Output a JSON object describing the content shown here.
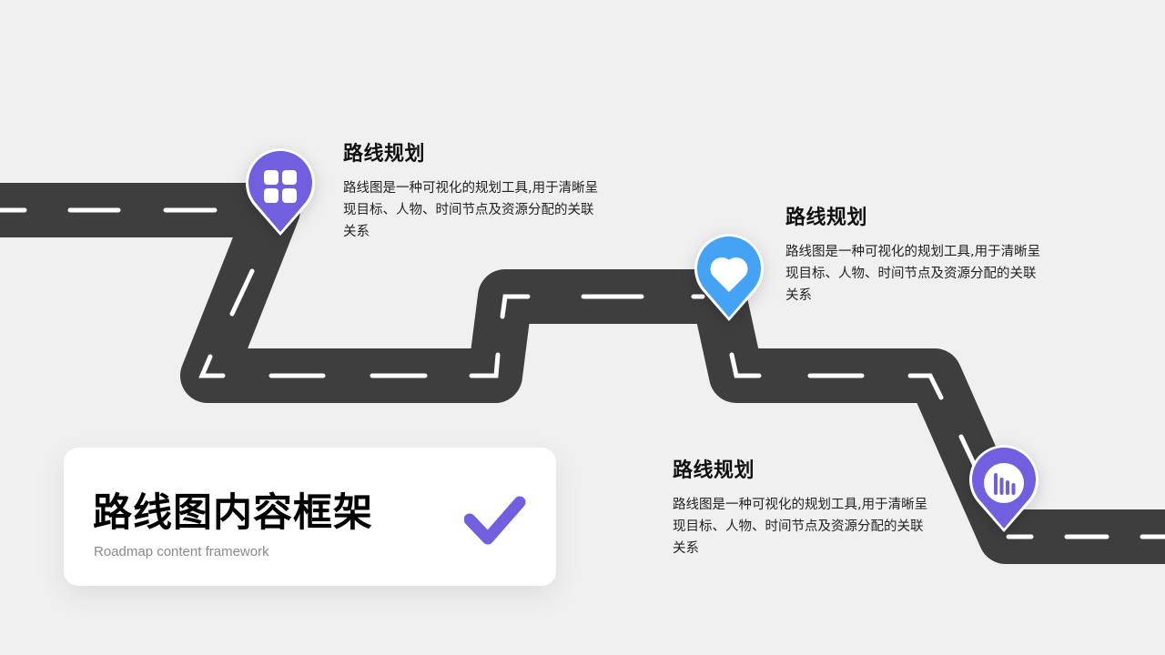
{
  "colors": {
    "background": "#f0f0f0",
    "road": "#3e3e3e",
    "road_marking": "#ffffff",
    "purple_accent": "#7060e0",
    "blue_accent": "#45a3f5",
    "card_bg": "#ffffff",
    "title_text": "#000000",
    "subtitle_text": "#8a8a8a"
  },
  "title_card": {
    "title": "路线图内容框架",
    "subtitle": "Roadmap content framework",
    "icon": "checkmark-icon"
  },
  "stops": [
    {
      "title": "路线规划",
      "description": "路线图是一种可视化的规划工具,用于清晰呈现目标、人物、时间节点及资源分配的关联关系",
      "icon": "grid-icon",
      "pin_color": "#7060e0"
    },
    {
      "title": "路线规划",
      "description": "路线图是一种可视化的规划工具,用于清晰呈现目标、人物、时间节点及资源分配的关联关系",
      "icon": "heart-icon",
      "pin_color": "#45a3f5"
    },
    {
      "title": "路线规划",
      "description": "路线图是一种可视化的规划工具,用于清晰呈现目标、人物、时间节点及资源分配的关联关系",
      "icon": "bar-chart-icon",
      "pin_color": "#7060e0"
    }
  ]
}
